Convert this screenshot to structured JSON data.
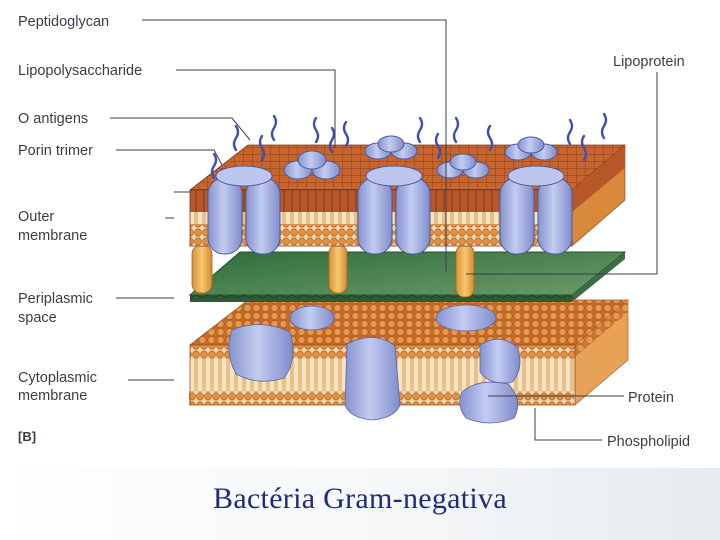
{
  "labels": {
    "peptidoglycan": "Peptidoglycan",
    "lipopolysaccharide": "Lipopolysaccharide",
    "o_antigens": "O antigens",
    "porin_trimer": "Porin trimer",
    "outer_membrane_1": "Outer",
    "outer_membrane_2": "membrane",
    "periplasmic_1": "Periplasmic",
    "periplasmic_2": "space",
    "cytoplasmic_1": "Cytoplasmic",
    "cytoplasmic_2": "membrane",
    "lipoprotein": "Lipoprotein",
    "protein": "Protein",
    "phospholipid": "Phospholipid",
    "panel": "[B]"
  },
  "caption": "Bactéria Gram-negativa",
  "colors": {
    "membrane_top": "#c4612f",
    "membrane_side": "#e0903c",
    "lipid_head": "#e59a48",
    "protein": "#a9b7e4",
    "protein_dark": "#6676b8",
    "peptidoglycan": "#3f7e4a",
    "lipoprotein": "#f0b555",
    "o_antigen": "#4a5bb5",
    "caption": "#1d2b80"
  }
}
